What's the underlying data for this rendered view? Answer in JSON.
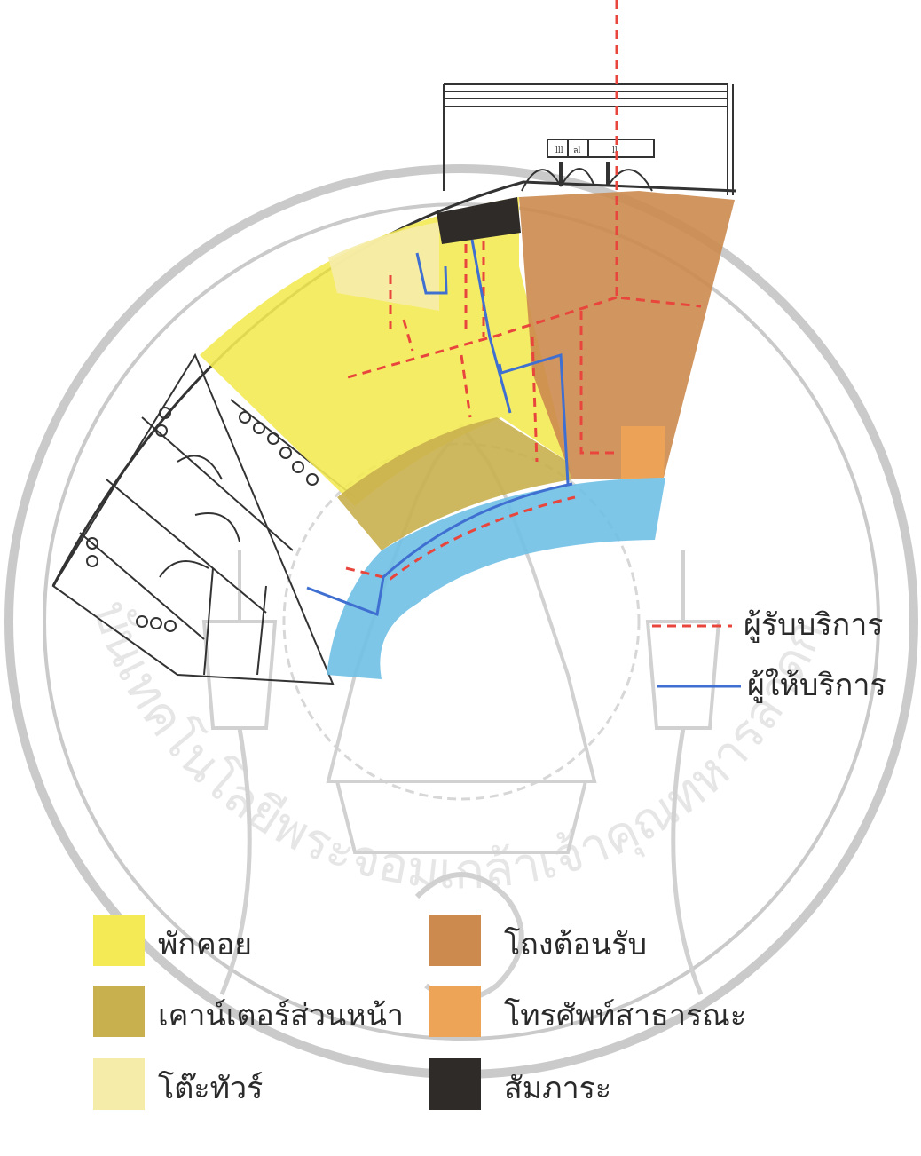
{
  "routes": [
    {
      "label": "ผู้รับบริการ",
      "color": "#e8453c",
      "style": "dashed"
    },
    {
      "label": "ผู้ให้บริการ",
      "color": "#3f6fd1",
      "style": "solid"
    }
  ],
  "legend": [
    {
      "label": "พักคอย",
      "color": "#f4ea55"
    },
    {
      "label": "โถงต้อนรับ",
      "color": "#cc8a4e"
    },
    {
      "label": "เคาน์เตอร์ส่วนหน้า",
      "color": "#c9b04e"
    },
    {
      "label": "โทรศัพท์สาธารณะ",
      "color": "#eea456"
    },
    {
      "label": "โต๊ะทัวร์",
      "color": "#f6ecaa"
    },
    {
      "label": "สัมภาระ",
      "color": "#2f2b29"
    }
  ],
  "zones": {
    "waiting": "#f4ea55",
    "lobby": "#cc8a4e",
    "front_counter": "#c9b04e",
    "phone": "#eea456",
    "tour_desk": "#f6ecaa",
    "luggage": "#2f2b29",
    "corridor": "#6fc0e6"
  },
  "entrance_labels": [
    "lll",
    "ลl",
    "ll"
  ],
  "watermark_text": "สถาบันเทคโนโลยีพระจอมเกล้าเจ้าคุณทหารลาดกระบัง"
}
